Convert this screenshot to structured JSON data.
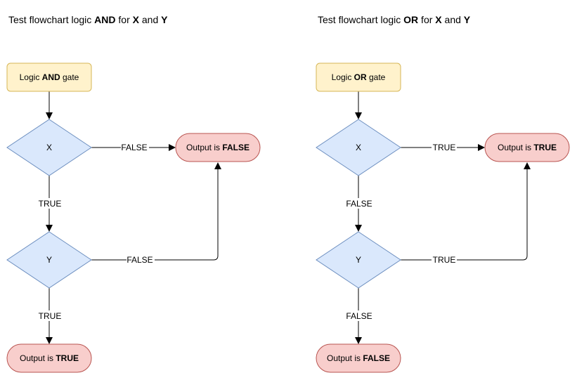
{
  "diagrams": [
    {
      "title": {
        "pre": "Test flowchart logic ",
        "op": "AND",
        "mid": " for ",
        "x": "X",
        "and": " and ",
        "y": "Y"
      },
      "start": {
        "pre": "Logic ",
        "op": "AND",
        "post": " gate"
      },
      "decision_x": "X",
      "decision_y": "Y",
      "side_output": {
        "pre": "Output is ",
        "value": "FALSE"
      },
      "bottom_output": {
        "pre": "Output is ",
        "value": "TRUE"
      },
      "x_side_label": "FALSE",
      "y_side_label": "FALSE",
      "x_down_label": "TRUE",
      "y_down_label": "TRUE"
    },
    {
      "title": {
        "pre": "Test flowchart logic ",
        "op": "OR",
        "mid": " for ",
        "x": "X",
        "and": " and ",
        "y": "Y"
      },
      "start": {
        "pre": "Logic ",
        "op": "OR",
        "post": " gate"
      },
      "decision_x": "X",
      "decision_y": "Y",
      "side_output": {
        "pre": "Output is ",
        "value": "TRUE"
      },
      "bottom_output": {
        "pre": "Output is ",
        "value": "FALSE"
      },
      "x_side_label": "TRUE",
      "y_side_label": "TRUE",
      "x_down_label": "FALSE",
      "y_down_label": "FALSE"
    }
  ],
  "colors": {
    "start_fill": "#fff2cc",
    "start_stroke": "#d6b656",
    "decision_fill": "#dae8fc",
    "decision_stroke": "#6c8ebf",
    "output_fill": "#f8cecc",
    "output_stroke": "#b85450",
    "edge": "#000000"
  }
}
